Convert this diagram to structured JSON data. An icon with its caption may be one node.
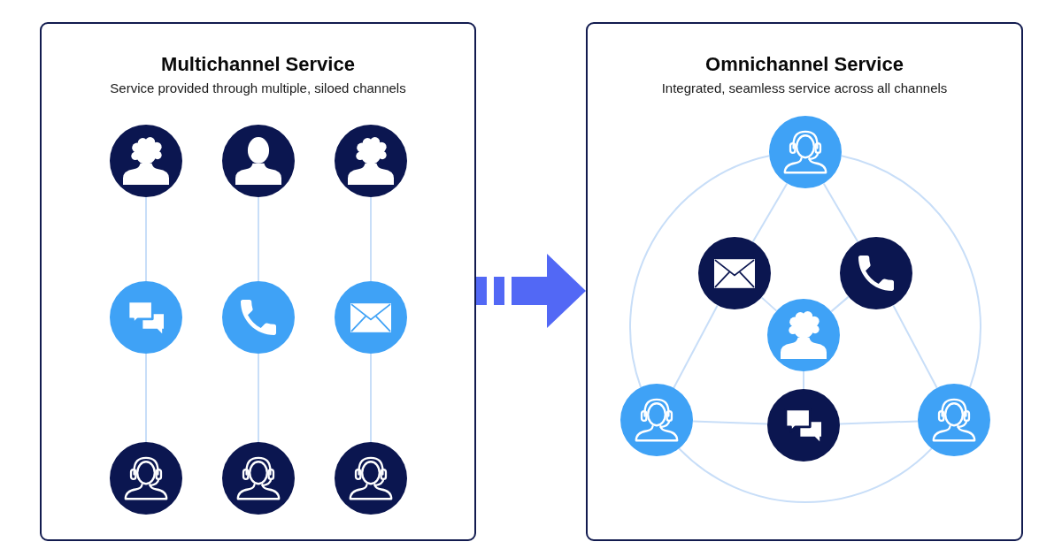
{
  "diagram": {
    "nodes": [
      {
        "text": [
          "Multichannel Service",
          "Service provided through multiple, siloed channels"
        ]
      },
      {
        "text": [],
        "shape": "circle",
        "in": 0
      },
      {
        "text": [],
        "shape": "circle",
        "in": 0
      },
      {
        "text": [],
        "shape": "circle",
        "in": 0
      },
      {
        "text": [],
        "shape": "circle",
        "in": 0
      },
      {
        "text": [],
        "shape": "circle",
        "in": 0
      },
      {
        "text": [],
        "shape": "circle",
        "in": 0
      },
      {
        "text": [],
        "shape": "circle",
        "in": 0
      },
      {
        "text": [],
        "shape": "circle",
        "in": 0
      },
      {
        "text": [],
        "shape": "circle",
        "in": 0
      },
      {
        "text": [
          "Omnichannel Service",
          "Integrated, seamless service across all channels"
        ]
      },
      {
        "text": [],
        "shape": "circle",
        "in": 10
      },
      {
        "text": [],
        "shape": "circle",
        "in": 10
      },
      {
        "text": [],
        "shape": "circle",
        "in": 10
      },
      {
        "text": [],
        "shape": "circle",
        "in": 10
      },
      {
        "text": [],
        "shape": "circle",
        "in": 10
      },
      {
        "text": [],
        "shape": "circle",
        "in": 10
      },
      {
        "text": [],
        "shape": "circle",
        "in": 10
      }
    ],
    "edges": [
      {
        "from": 1,
        "to": 4,
        "arrow": "none"
      },
      {
        "from": 4,
        "to": 7,
        "arrow": "none"
      },
      {
        "from": 2,
        "to": 5,
        "arrow": "none"
      },
      {
        "from": 5,
        "to": 8,
        "arrow": "none"
      },
      {
        "from": 3,
        "to": 6,
        "arrow": "none"
      },
      {
        "from": 6,
        "to": 9,
        "arrow": "none"
      },
      {
        "from": 0,
        "to": 10,
        "arrow": "to",
        "style": "dashed",
        "color": "#5268f5"
      },
      {
        "from": 11,
        "to": 12,
        "arrow": "none"
      },
      {
        "from": 12,
        "to": 15,
        "arrow": "none"
      },
      {
        "from": 11,
        "to": 13,
        "arrow": "none"
      },
      {
        "from": 13,
        "to": 17,
        "arrow": "none"
      },
      {
        "from": 15,
        "to": 16,
        "arrow": "none"
      },
      {
        "from": 16,
        "to": 17,
        "arrow": "none"
      },
      {
        "from": 14,
        "to": 12,
        "arrow": "none"
      },
      {
        "from": 14,
        "to": 13,
        "arrow": "none"
      },
      {
        "from": 14,
        "to": 16,
        "arrow": "none"
      },
      {
        "from": 11,
        "to": 15,
        "arrow": "none"
      },
      {
        "from": 11,
        "to": 17,
        "arrow": "none"
      },
      {
        "from": 15,
        "to": 17,
        "arrow": "none"
      }
    ]
  }
}
